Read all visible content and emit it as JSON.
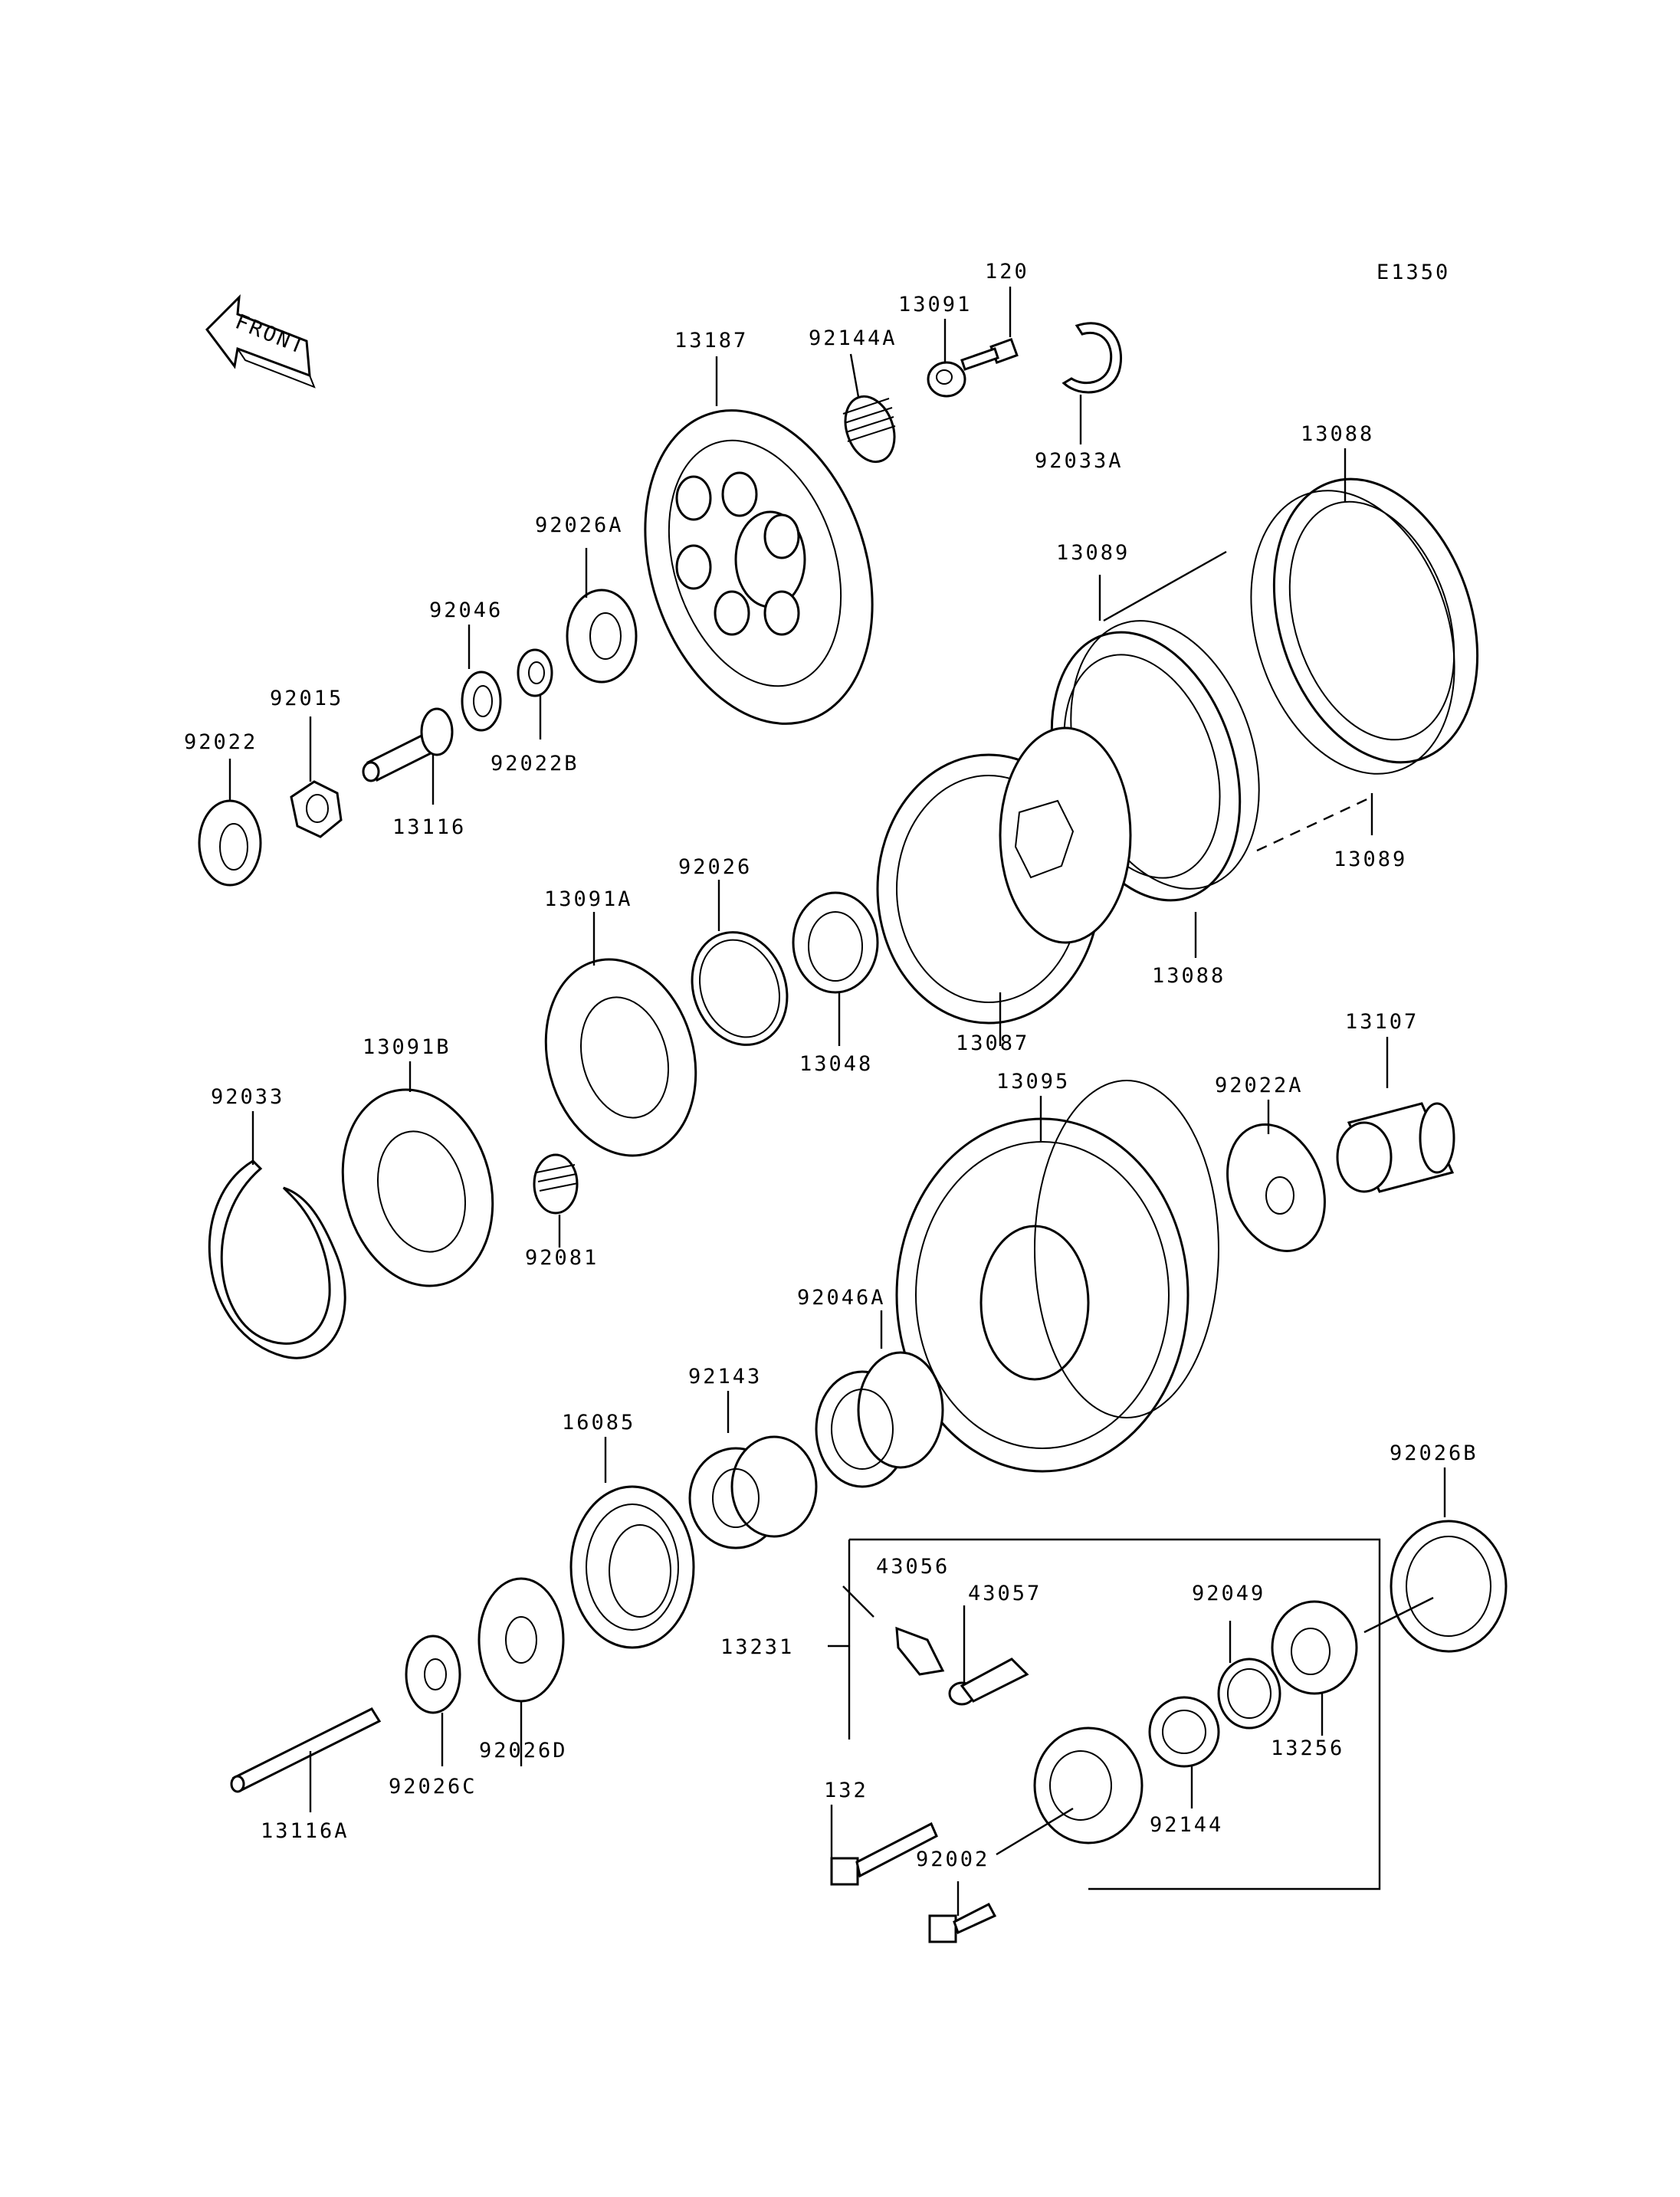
{
  "diagram": {
    "code": "E1350",
    "front_label": "FRONT",
    "parts": [
      {
        "id": "p120",
        "label": "120"
      },
      {
        "id": "p13091",
        "label": "13091"
      },
      {
        "id": "p92144A",
        "label": "92144A"
      },
      {
        "id": "p13187",
        "label": "13187"
      },
      {
        "id": "p92033A",
        "label": "92033A"
      },
      {
        "id": "p13088a",
        "label": "13088"
      },
      {
        "id": "p13089a",
        "label": "13089"
      },
      {
        "id": "p92026A",
        "label": "92026A"
      },
      {
        "id": "p92046",
        "label": "92046"
      },
      {
        "id": "p92015",
        "label": "92015"
      },
      {
        "id": "p92022",
        "label": "92022"
      },
      {
        "id": "p92022B",
        "label": "92022B"
      },
      {
        "id": "p13116",
        "label": "13116"
      },
      {
        "id": "p13089b",
        "label": "13089"
      },
      {
        "id": "p13088b",
        "label": "13088"
      },
      {
        "id": "p92026",
        "label": "92026"
      },
      {
        "id": "p13091A",
        "label": "13091A"
      },
      {
        "id": "p13048",
        "label": "13048"
      },
      {
        "id": "p13087",
        "label": "13087"
      },
      {
        "id": "p13091B",
        "label": "13091B"
      },
      {
        "id": "p13095",
        "label": "13095"
      },
      {
        "id": "p92022A",
        "label": "92022A"
      },
      {
        "id": "p13107",
        "label": "13107"
      },
      {
        "id": "p92033",
        "label": "92033"
      },
      {
        "id": "p92081",
        "label": "92081"
      },
      {
        "id": "p92046A",
        "label": "92046A"
      },
      {
        "id": "p92143",
        "label": "92143"
      },
      {
        "id": "p16085",
        "label": "16085"
      },
      {
        "id": "p92026B",
        "label": "92026B"
      },
      {
        "id": "p43056",
        "label": "43056"
      },
      {
        "id": "p43057",
        "label": "43057"
      },
      {
        "id": "p92049",
        "label": "92049"
      },
      {
        "id": "p13231",
        "label": "13231"
      },
      {
        "id": "p13256",
        "label": "13256"
      },
      {
        "id": "p92026D",
        "label": "92026D"
      },
      {
        "id": "p92026C",
        "label": "92026C"
      },
      {
        "id": "p132",
        "label": "132"
      },
      {
        "id": "p92144",
        "label": "92144"
      },
      {
        "id": "p92002",
        "label": "92002"
      },
      {
        "id": "p13116A",
        "label": "13116A"
      }
    ]
  }
}
